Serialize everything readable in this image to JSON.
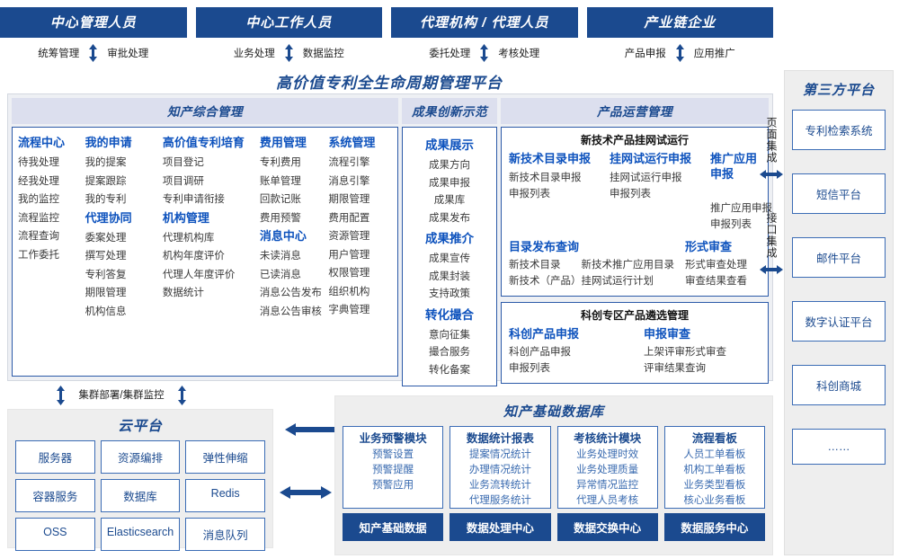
{
  "roles": [
    {
      "title": "中心管理人员",
      "left": "统筹管理",
      "right": "审批处理"
    },
    {
      "title": "中心工作人员",
      "left": "业务处理",
      "right": "数据监控"
    },
    {
      "title": "代理机构 / 代理人员",
      "left": "委托处理",
      "right": "考核处理"
    },
    {
      "title": "产业链企业",
      "left": "产品申报",
      "right": "应用推广"
    }
  ],
  "platform": {
    "title": "高价值专利全生命周期管理平台",
    "sections": {
      "zhichan": {
        "title": "知产综合管理",
        "columns": [
          {
            "groups": [
              {
                "head": "流程中心",
                "leaves": [
                  "待我处理",
                  "经我处理",
                  "我的监控",
                  "流程监控",
                  "流程查询",
                  "工作委托"
                ]
              }
            ]
          },
          {
            "groups": [
              {
                "head": "我的申请",
                "leaves": [
                  "我的提案",
                  "提案跟踪",
                  "我的专利"
                ]
              },
              {
                "head": "代理协同",
                "leaves": [
                  "委案处理",
                  "撰写处理",
                  "专利答复",
                  "期限管理",
                  "机构信息"
                ]
              }
            ]
          },
          {
            "groups": [
              {
                "head": "高价值专利培育",
                "leaves": [
                  "项目登记",
                  "项目调研",
                  "专利申请衔接"
                ]
              },
              {
                "head": "机构管理",
                "leaves": [
                  "代理机构库",
                  "机构年度评价",
                  "代理人年度评价",
                  "数据统计"
                ]
              }
            ]
          },
          {
            "groups": [
              {
                "head": "费用管理",
                "leaves": [
                  "专利费用",
                  "账单管理",
                  "回款记账",
                  "费用预警"
                ]
              },
              {
                "head": "消息中心",
                "leaves": [
                  "未读消息",
                  "已读消息",
                  "消息公告发布",
                  "消息公告审核"
                ]
              }
            ]
          },
          {
            "groups": [
              {
                "head": "系统管理",
                "leaves": [
                  "流程引擎",
                  "消息引擎",
                  "期限管理",
                  "费用配置",
                  "资源管理",
                  "用户管理",
                  "权限管理",
                  "组织机构",
                  "字典管理"
                ]
              }
            ]
          }
        ]
      },
      "chengguo": {
        "title": "成果创新示范",
        "groups": [
          {
            "head": "成果展示",
            "leaves": [
              "成果方向",
              "成果申报",
              "成果库",
              "成果发布"
            ]
          },
          {
            "head": "成果推介",
            "leaves": [
              "成果宣传",
              "成果封装",
              "支持政策"
            ]
          },
          {
            "head": "转化撮合",
            "leaves": [
              "意向征集",
              "撮合服务",
              "转化备案"
            ]
          }
        ]
      },
      "chanpin": {
        "title": "产品运营管理",
        "boxes": [
          {
            "title": "新技术产品挂网试运行",
            "row1": [
              {
                "head": "新技术目录申报",
                "leaves": [
                  "新技术目录申报",
                  "申报列表"
                ]
              },
              {
                "head": "挂网试运行申报",
                "leaves": [
                  "挂网试运行申报",
                  "申报列表"
                ]
              },
              {
                "head": "推广应用申报",
                "leaves": [
                  "推广应用申报",
                  "申报列表"
                ]
              }
            ],
            "row2": [
              {
                "head": "目录发布查询",
                "leaves": [
                  "新技术目录　　新技术推广应用目录",
                  "新技术（产品）挂网试运行计划"
                ]
              },
              {
                "head": "形式审查",
                "leaves": [
                  "形式审查处理",
                  "审查结果查看"
                ]
              }
            ]
          },
          {
            "title": "科创专区产品遴选管理",
            "row1": [
              {
                "head": "科创产品申报",
                "leaves": [
                  "科创产品申报",
                  "申报列表"
                ]
              },
              {
                "head": "申报审查",
                "leaves": [
                  "上架评审形式审查",
                  "评审结果查询"
                ]
              }
            ]
          }
        ]
      }
    }
  },
  "integration": {
    "page": "页面集成",
    "api": "接口集成"
  },
  "third_party": {
    "title": "第三方平台",
    "items": [
      "专利检索系统",
      "短信平台",
      "邮件平台",
      "数字认证平台",
      "科创商城",
      "……"
    ]
  },
  "cluster": {
    "label": "集群部署/集群监控"
  },
  "cloud": {
    "title": "云平台",
    "cells": [
      "服务器",
      "资源编排",
      "弹性伸缩",
      "容器服务",
      "数据库",
      "Redis",
      "OSS",
      "Elasticsearch",
      "消息队列"
    ]
  },
  "knowledge_base": {
    "title": "知产基础数据库",
    "columns": [
      {
        "head": "业务预警模块",
        "leaves": [
          "预警设置",
          "预警提醒",
          "预警应用"
        ],
        "footer": "知产基础数据"
      },
      {
        "head": "数据统计报表",
        "leaves": [
          "提案情况统计",
          "办理情况统计",
          "业务流转统计",
          "代理服务统计"
        ],
        "footer": "数据处理中心"
      },
      {
        "head": "考核统计模块",
        "leaves": [
          "业务处理时效",
          "业务处理质量",
          "异常情况监控",
          "代理人员考核"
        ],
        "footer": "数据交换中心"
      },
      {
        "head": "流程看板",
        "leaves": [
          "人员工单看板",
          "机构工单看板",
          "业务类型看板",
          "核心业务看板"
        ],
        "footer": "数据服务中心"
      }
    ]
  },
  "colors": {
    "brand": "#1b4a8f",
    "accent": "#0d52bd",
    "border": "#3b6cb5",
    "band": "#dcdfee",
    "panel": "#eef0f4"
  }
}
